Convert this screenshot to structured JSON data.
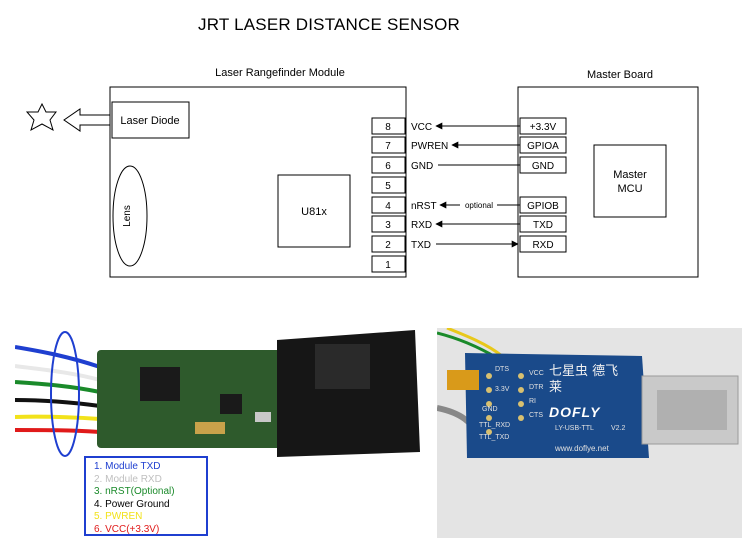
{
  "title": "JRT LASER DISTANCE SENSOR",
  "module": {
    "label": "Laser Rangefinder Module",
    "laser_diode": "Laser Diode",
    "lens": "Lens",
    "chip": "U81x",
    "pins": [
      {
        "num": "8",
        "signal": "VCC"
      },
      {
        "num": "7",
        "signal": "PWREN"
      },
      {
        "num": "6",
        "signal": "GND"
      },
      {
        "num": "5",
        "signal": ""
      },
      {
        "num": "4",
        "signal": "nRST"
      },
      {
        "num": "3",
        "signal": "RXD"
      },
      {
        "num": "2",
        "signal": "TXD"
      },
      {
        "num": "1",
        "signal": ""
      }
    ]
  },
  "master": {
    "label": "Master Board",
    "mcu_line1": "Master",
    "mcu_line2": "MCU",
    "pins": [
      "+3.3V",
      "GPIOA",
      "GND",
      "GPIOB",
      "TXD",
      "RXD"
    ]
  },
  "optional_label": "optional",
  "wire_legend": [
    {
      "text": "1. Module TXD",
      "color": "#1f3fd0"
    },
    {
      "text": "2. Module RXD",
      "color": "#ffffff"
    },
    {
      "text": "3. nRST(Optional)",
      "color": "#1a8a2a"
    },
    {
      "text": "4. Power Ground",
      "color": "#000000"
    },
    {
      "text": "5. PWREN",
      "color": "#f2e21a"
    },
    {
      "text": "6. VCC(+3.3V)",
      "color": "#e01a1a"
    }
  ],
  "usb_adapter": {
    "brand_chinese": "七星虫 德飞莱",
    "brand": "DOFLY",
    "model": "LY-USB-TTL",
    "version": "V2.2",
    "url": "www.doflye.net",
    "pins_left": [
      "DTS",
      "3.3V",
      "GND",
      "TTL_RXD",
      "TTL_TXD"
    ],
    "pins_right": [
      "VCC",
      "DTR",
      "RI",
      "CTS"
    ]
  },
  "colors": {
    "pcb_green": "#2e5a2c",
    "usb_blue": "#1a4a8a",
    "legend_border": "#1f3fd0"
  }
}
